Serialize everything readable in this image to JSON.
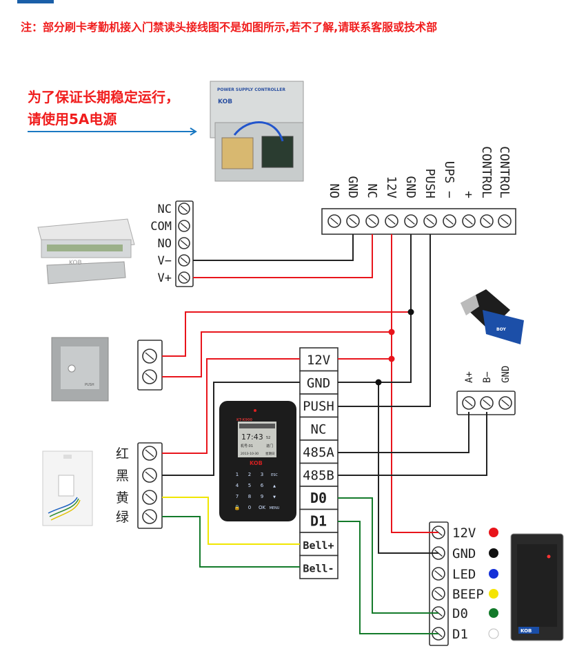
{
  "notice": "注：部分刷卡考勤机接入门禁读头接线图不是如图所示,若不了解,请联系客服或技术部",
  "power_note": {
    "line1": "为了保证长期稳定运行，",
    "line2": "请使用5A电源"
  },
  "power_supply": {
    "label": "POWER SUPPLY CONTROLLER",
    "brand": "KOB"
  },
  "psu_terminals": [
    "NO",
    "GND",
    "NC",
    "12V",
    "GND",
    "PUSH",
    "UPS −",
    "+",
    "CONTROL",
    "CONTROL"
  ],
  "lock_terminals": [
    "NC",
    "COM",
    "NO",
    "V−",
    "V+"
  ],
  "lock_brand": "KOB",
  "exit_button": {
    "label": "PUSH"
  },
  "doorbell_wires": [
    "红",
    "黑",
    "黄",
    "绿"
  ],
  "controller_terminals": [
    "12V",
    "GND",
    "PUSH",
    "NC",
    "485A",
    "485B",
    "D0",
    "D1",
    "Bell+",
    "Bell-"
  ],
  "device": {
    "model": "KT-K900",
    "time": "17:43",
    "seconds": "52",
    "id": "机号:01",
    "status": "进门",
    "date": "2013-10-30",
    "weekday": "星期日",
    "brand": "KOB",
    "keys": [
      "1",
      "2",
      "3",
      "ESC",
      "4",
      "5",
      "6",
      "▲",
      "7",
      "8",
      "9",
      "▼",
      "🔒",
      "0",
      "OK",
      "MENU"
    ]
  },
  "rs485_terminals": [
    "A+",
    "B−",
    "GND"
  ],
  "rs485_label": "BOY",
  "reader_terminals": [
    {
      "label": "12V",
      "color": "#e8141b"
    },
    {
      "label": "GND",
      "color": "#111111"
    },
    {
      "label": "LED",
      "color": "#1530d8"
    },
    {
      "label": "BEEP",
      "color": "#f5e400"
    },
    {
      "label": "D0",
      "color": "#137a2a"
    },
    {
      "label": "D1",
      "color": "#ffffff"
    }
  ],
  "reader_brand": "KOB"
}
